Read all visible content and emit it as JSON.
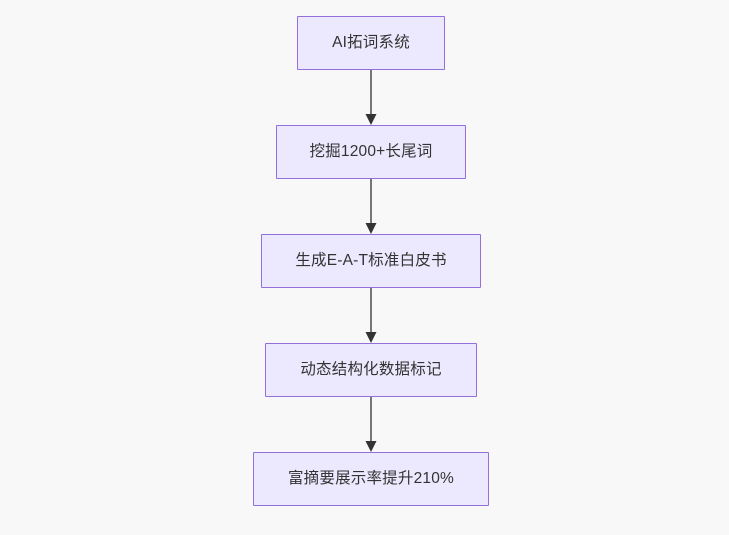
{
  "diagram": {
    "type": "flowchart",
    "direction": "top-to-bottom",
    "background_color": "#f8f8f8",
    "node_fill_color": "#ece8fd",
    "node_border_color": "#9370db",
    "node_text_color": "#333333",
    "edge_line_color": "#767676",
    "edge_arrow_color": "#333333",
    "nodes": [
      {
        "id": "n1",
        "label": "AI拓词系统"
      },
      {
        "id": "n2",
        "label": "挖掘1200+长尾词"
      },
      {
        "id": "n3",
        "label": "生成E-A-T标准白皮书"
      },
      {
        "id": "n4",
        "label": "动态结构化数据标记"
      },
      {
        "id": "n5",
        "label": "富摘要展示率提升210%"
      }
    ],
    "edges": [
      {
        "from": "n1",
        "to": "n2",
        "label": ""
      },
      {
        "from": "n2",
        "to": "n3",
        "label": ""
      },
      {
        "from": "n3",
        "to": "n4",
        "label": ""
      },
      {
        "from": "n4",
        "to": "n5",
        "label": ""
      }
    ]
  }
}
